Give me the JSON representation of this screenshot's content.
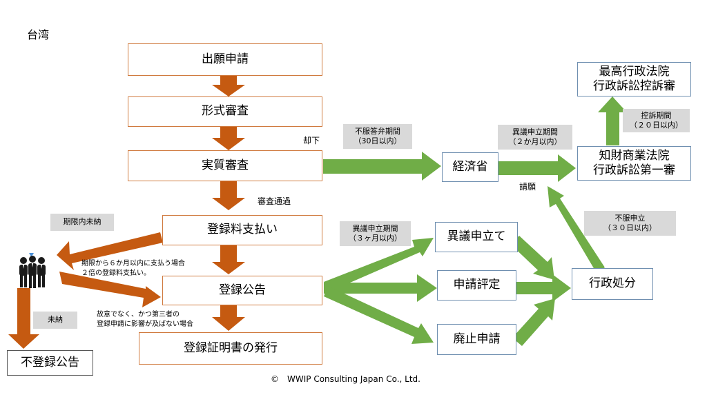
{
  "title": "台湾",
  "boxes": {
    "application": "出願申請",
    "formal_exam": "形式審査",
    "substantive_exam": "実質審査",
    "fee_payment": "登録料支払い",
    "registration_pub": "登録公告",
    "certificate": "登録証明書の発行",
    "non_registration": "不登録公告",
    "moea": "経済省",
    "opposition": "異議申立て",
    "invalidation": "申請評定",
    "cancellation": "廃止申請",
    "admin_disposition": "行政処分",
    "ip_court": "知財商業法院\n行政訴訟第一審",
    "supreme_court": "最高行政法院\n行政訴訟控訴審"
  },
  "gray_labels": {
    "appeal_period": "不服答弁期間\n（30日以内）",
    "objection_period_2m": "異議申立期間\n（２か月以内）",
    "appeal_period_20": "控訴期間\n（２０日以内）",
    "opposition_period": "異議申立期間\n（３ヶ月以内）",
    "unpaid_in_term": "期限内未納",
    "objection_30": "不服申立\n（３０日以内）",
    "unpaid": "未納"
  },
  "labels": {
    "rejection": "却下",
    "exam_passed": "審査通過",
    "petition": "請願",
    "late_payment": "期限から６か月以内に支払う場合\n２倍の登録料支払い。",
    "no_intent": "故意でなく、かつ第三者の\n登録申請に影響が及ばない場合"
  },
  "copyright": "©　WWIP Consulting Japan Co., Ltd.",
  "colors": {
    "orange_arrow": "#c55a11",
    "green_arrow": "#70ad47",
    "orange_border": "#d07a3e",
    "blue_border": "#6f8fb0",
    "gray_fill": "#d9d9d9",
    "person_icon": "#1a1a1a",
    "marker": "#4a90d9"
  }
}
